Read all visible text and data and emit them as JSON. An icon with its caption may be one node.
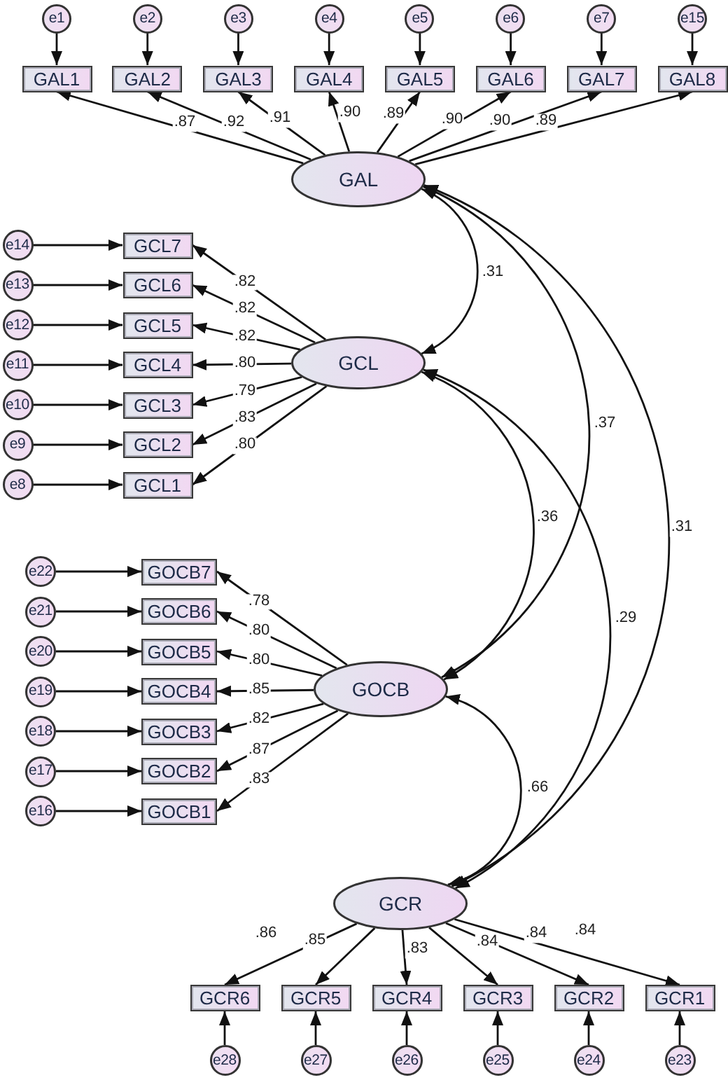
{
  "diagram": {
    "nodes": [
      {
        "text": [
          "e1"
        ]
      },
      {
        "text": [
          "e2"
        ]
      },
      {
        "text": [
          "e3"
        ]
      },
      {
        "text": [
          "e4"
        ]
      },
      {
        "text": [
          "e5"
        ]
      },
      {
        "text": [
          "e6"
        ]
      },
      {
        "text": [
          "e7"
        ]
      },
      {
        "text": [
          "e15"
        ]
      },
      {
        "text": [
          "GAL1"
        ]
      },
      {
        "text": [
          "GAL2"
        ]
      },
      {
        "text": [
          "GAL3"
        ]
      },
      {
        "text": [
          "GAL4"
        ]
      },
      {
        "text": [
          "GAL5"
        ]
      },
      {
        "text": [
          "GAL6"
        ]
      },
      {
        "text": [
          "GAL7"
        ]
      },
      {
        "text": [
          "GAL8"
        ]
      },
      {
        "text": [
          "GAL"
        ]
      },
      {
        "text": [
          "e14"
        ]
      },
      {
        "text": [
          "e13"
        ]
      },
      {
        "text": [
          "e12"
        ]
      },
      {
        "text": [
          "e11"
        ]
      },
      {
        "text": [
          "e10"
        ]
      },
      {
        "text": [
          "e9"
        ]
      },
      {
        "text": [
          "e8"
        ]
      },
      {
        "text": [
          "GCL7"
        ]
      },
      {
        "text": [
          "GCL6"
        ]
      },
      {
        "text": [
          "GCL5"
        ]
      },
      {
        "text": [
          "GCL4"
        ]
      },
      {
        "text": [
          "GCL3"
        ]
      },
      {
        "text": [
          "GCL2"
        ]
      },
      {
        "text": [
          "GCL1"
        ]
      },
      {
        "text": [
          "GCL"
        ]
      },
      {
        "text": [
          "e22"
        ]
      },
      {
        "text": [
          "e21"
        ]
      },
      {
        "text": [
          "e20"
        ]
      },
      {
        "text": [
          "e19"
        ]
      },
      {
        "text": [
          "e18"
        ]
      },
      {
        "text": [
          "e17"
        ]
      },
      {
        "text": [
          "e16"
        ]
      },
      {
        "text": [
          "GOCB7"
        ]
      },
      {
        "text": [
          "GOCB6"
        ]
      },
      {
        "text": [
          "GOCB5"
        ]
      },
      {
        "text": [
          "GOCB4"
        ]
      },
      {
        "text": [
          "GOCB3"
        ]
      },
      {
        "text": [
          "GOCB2"
        ]
      },
      {
        "text": [
          "GOCB1"
        ]
      },
      {
        "text": [
          "GOCB"
        ]
      },
      {
        "text": [
          "GCR"
        ]
      },
      {
        "text": [
          "GCR6"
        ]
      },
      {
        "text": [
          "GCR5"
        ]
      },
      {
        "text": [
          "GCR4"
        ]
      },
      {
        "text": [
          "GCR3"
        ]
      },
      {
        "text": [
          "GCR2"
        ]
      },
      {
        "text": [
          "GCR1"
        ]
      },
      {
        "text": [
          "e28"
        ]
      },
      {
        "text": [
          "e27"
        ]
      },
      {
        "text": [
          "e26"
        ]
      },
      {
        "text": [
          "e25"
        ]
      },
      {
        "text": [
          "e24"
        ]
      },
      {
        "text": [
          "e23"
        ]
      }
    ],
    "edges": [
      {
        "from": 0,
        "to": 8,
        "arrow": "to"
      },
      {
        "from": 1,
        "to": 9,
        "arrow": "to"
      },
      {
        "from": 2,
        "to": 10,
        "arrow": "to"
      },
      {
        "from": 3,
        "to": 11,
        "arrow": "to"
      },
      {
        "from": 4,
        "to": 12,
        "arrow": "to"
      },
      {
        "from": 5,
        "to": 13,
        "arrow": "to"
      },
      {
        "from": 6,
        "to": 14,
        "arrow": "to"
      },
      {
        "from": 7,
        "to": 15,
        "arrow": "to"
      },
      {
        "from": 16,
        "to": 8,
        "arrow": "to",
        "label": ".87"
      },
      {
        "from": 16,
        "to": 9,
        "arrow": "to",
        "label": ".92"
      },
      {
        "from": 16,
        "to": 10,
        "arrow": "to",
        "label": ".91"
      },
      {
        "from": 16,
        "to": 11,
        "arrow": "to",
        "label": ".90"
      },
      {
        "from": 16,
        "to": 12,
        "arrow": "to",
        "label": ".89"
      },
      {
        "from": 16,
        "to": 13,
        "arrow": "to",
        "label": ".90"
      },
      {
        "from": 16,
        "to": 14,
        "arrow": "to",
        "label": ".90"
      },
      {
        "from": 16,
        "to": 15,
        "arrow": "to",
        "label": ".89"
      },
      {
        "from": 17,
        "to": 24,
        "arrow": "to"
      },
      {
        "from": 18,
        "to": 25,
        "arrow": "to"
      },
      {
        "from": 19,
        "to": 26,
        "arrow": "to"
      },
      {
        "from": 20,
        "to": 27,
        "arrow": "to"
      },
      {
        "from": 21,
        "to": 28,
        "arrow": "to"
      },
      {
        "from": 22,
        "to": 29,
        "arrow": "to"
      },
      {
        "from": 23,
        "to": 30,
        "arrow": "to"
      },
      {
        "from": 31,
        "to": 24,
        "arrow": "to",
        "label": ".82"
      },
      {
        "from": 31,
        "to": 25,
        "arrow": "to",
        "label": ".82"
      },
      {
        "from": 31,
        "to": 26,
        "arrow": "to",
        "label": ".82"
      },
      {
        "from": 31,
        "to": 27,
        "arrow": "to",
        "label": ".80"
      },
      {
        "from": 31,
        "to": 28,
        "arrow": "to",
        "label": ".79"
      },
      {
        "from": 31,
        "to": 29,
        "arrow": "to",
        "label": ".83"
      },
      {
        "from": 31,
        "to": 30,
        "arrow": "to",
        "label": ".80"
      },
      {
        "from": 32,
        "to": 39,
        "arrow": "to"
      },
      {
        "from": 33,
        "to": 40,
        "arrow": "to"
      },
      {
        "from": 34,
        "to": 41,
        "arrow": "to"
      },
      {
        "from": 35,
        "to": 42,
        "arrow": "to"
      },
      {
        "from": 36,
        "to": 43,
        "arrow": "to"
      },
      {
        "from": 37,
        "to": 44,
        "arrow": "to"
      },
      {
        "from": 38,
        "to": 45,
        "arrow": "to"
      },
      {
        "from": 46,
        "to": 39,
        "arrow": "to",
        "label": ".78"
      },
      {
        "from": 46,
        "to": 40,
        "arrow": "to",
        "label": ".80"
      },
      {
        "from": 46,
        "to": 41,
        "arrow": "to",
        "label": ".80"
      },
      {
        "from": 46,
        "to": 42,
        "arrow": "to",
        "label": ".85"
      },
      {
        "from": 46,
        "to": 43,
        "arrow": "to",
        "label": ".82"
      },
      {
        "from": 46,
        "to": 44,
        "arrow": "to",
        "label": ".87"
      },
      {
        "from": 46,
        "to": 45,
        "arrow": "to",
        "label": ".83"
      },
      {
        "from": 47,
        "to": 48,
        "arrow": "to",
        "label": ".86"
      },
      {
        "from": 47,
        "to": 49,
        "arrow": "to",
        "label": ".85"
      },
      {
        "from": 47,
        "to": 50,
        "arrow": "to",
        "label": ".83"
      },
      {
        "from": 47,
        "to": 51,
        "arrow": "to",
        "label": ".84"
      },
      {
        "from": 47,
        "to": 52,
        "arrow": "to",
        "label": ".84"
      },
      {
        "from": 47,
        "to": 53,
        "arrow": "to",
        "label": ".84"
      },
      {
        "from": 54,
        "to": 48,
        "arrow": "to"
      },
      {
        "from": 55,
        "to": 49,
        "arrow": "to"
      },
      {
        "from": 56,
        "to": 50,
        "arrow": "to"
      },
      {
        "from": 57,
        "to": 51,
        "arrow": "to"
      },
      {
        "from": 58,
        "to": 52,
        "arrow": "to"
      },
      {
        "from": 59,
        "to": 53,
        "arrow": "to"
      },
      {
        "from": 16,
        "to": 31,
        "arrow": "both",
        "label": ".31"
      },
      {
        "from": 16,
        "to": 46,
        "arrow": "both",
        "label": ".37"
      },
      {
        "from": 16,
        "to": 47,
        "arrow": "both",
        "label": ".31"
      },
      {
        "from": 31,
        "to": 46,
        "arrow": "both",
        "label": ".36"
      },
      {
        "from": 31,
        "to": 47,
        "arrow": "both",
        "label": ".29"
      },
      {
        "from": 46,
        "to": 47,
        "arrow": "both",
        "label": ".66"
      }
    ]
  }
}
